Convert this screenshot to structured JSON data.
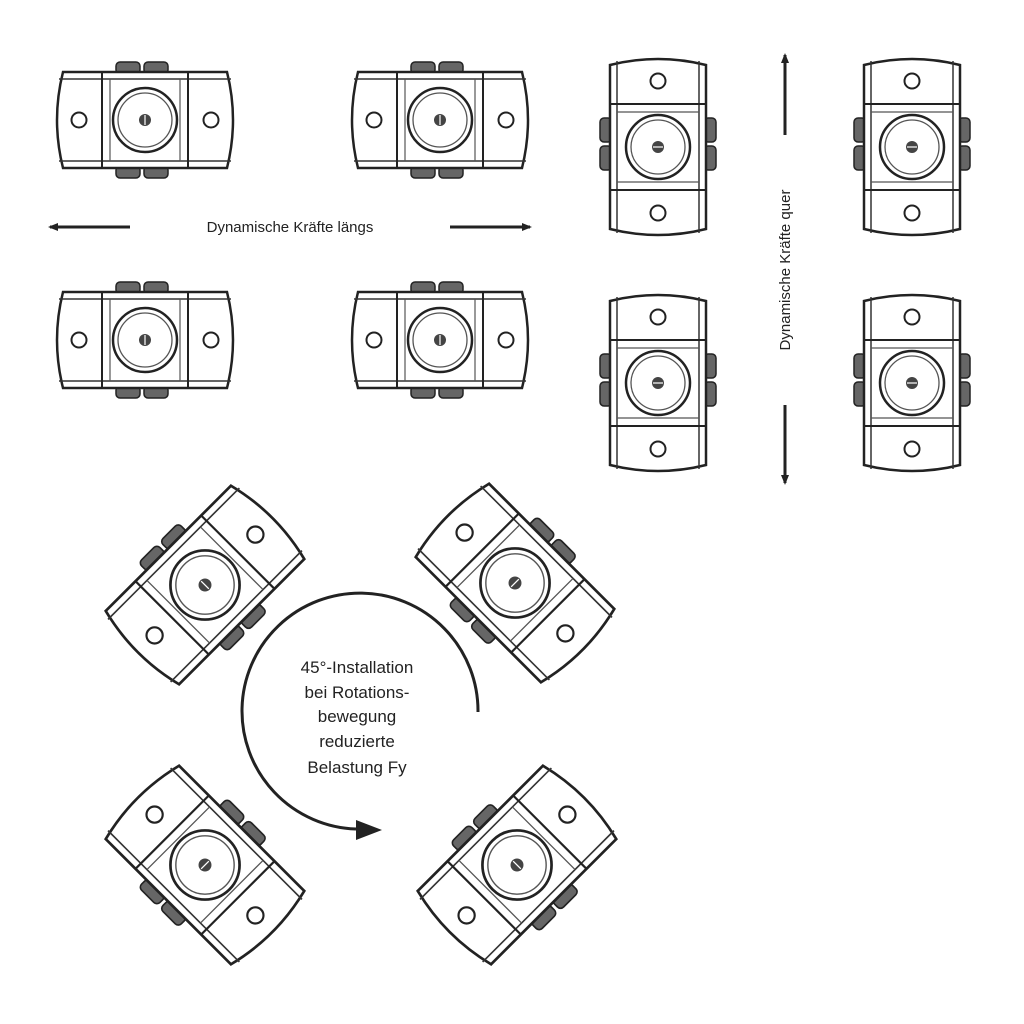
{
  "labels": {
    "longitudinal": "Dynamische Kräfte längs",
    "transverse": "Dynamische Kräfte quer",
    "rotation_lines": [
      "45°-Installation",
      "bei Rotations-",
      "bewegung",
      "reduzierte",
      "Belastung Fy"
    ]
  },
  "colors": {
    "stroke": "#2a2a2a",
    "fill": "#ffffff",
    "shade": "#555555"
  }
}
